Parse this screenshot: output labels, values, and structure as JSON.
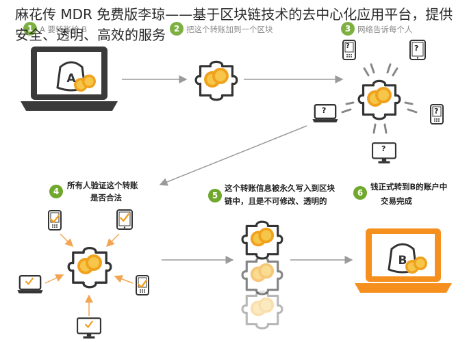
{
  "title": "麻花传 MDR 免费版李琼——基于区块链技术的去中心化应用平台，提供安全、透明、高效的服务",
  "steps": [
    {
      "number": "1",
      "text": "A 要转账给 B"
    },
    {
      "number": "2",
      "text": "把这个转账加到一个区块"
    },
    {
      "number": "3",
      "text": "网络告诉每个人"
    },
    {
      "number": "4",
      "line1": "所有人验证这个转账",
      "line2": "是否合法"
    },
    {
      "number": "5",
      "line1": "这个转账信息被永久写入到区块",
      "line2": "链中，且是不可修改、透明的"
    },
    {
      "number": "6",
      "line1": "钱正式转到B的账户中",
      "line2": "交易完成"
    }
  ],
  "wallet_a_letter": "A",
  "wallet_b_letter": "B",
  "question_mark": "?",
  "colors": {
    "step_green": "#6fa82d",
    "coin_orange": "#f0a21c",
    "coin_yellow": "#f6c64a",
    "laptop_dark": "#3a3a3a",
    "laptop_orange": "#f5901f",
    "arrow_gray": "#9a9a9a",
    "arrow_orange": "#f2a552",
    "checkmark": "#f29b1b"
  }
}
